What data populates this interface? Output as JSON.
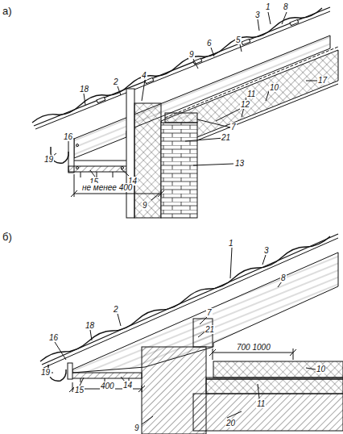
{
  "diagram": {
    "labels": [
      "а)",
      "1",
      "8",
      "3",
      "5",
      "6",
      "9",
      "4",
      "2",
      "18",
      "16",
      "19",
      "15",
      "14",
      "не менее 400",
      "9",
      "13",
      "7",
      "21",
      "12",
      "11",
      "10",
      "17",
      "б)",
      "1",
      "3",
      "8",
      "2",
      "18",
      "16",
      "19",
      "15",
      "400",
      "14",
      "9",
      "7",
      "21",
      "700 1000",
      "10",
      "11",
      "20"
    ]
  }
}
